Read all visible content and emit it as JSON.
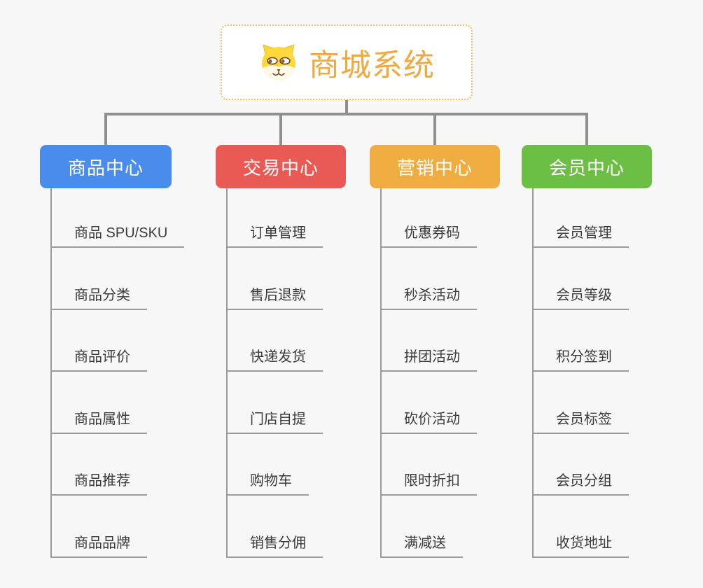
{
  "canvas": {
    "background": "#F7F7F8",
    "connector_color": "#8F8F8F",
    "child_line_color": "#9B9B9B"
  },
  "root": {
    "title": "商城系统",
    "icon": "dog-face-icon",
    "text_color": "#F0A93E",
    "border_color": "#F2BC6B"
  },
  "branches": [
    {
      "label": "商品中心",
      "color": "#4A8CEC",
      "children": [
        "商品 SPU/SKU",
        "商品分类",
        "商品评价",
        "商品属性",
        "商品推荐",
        "商品品牌"
      ]
    },
    {
      "label": "交易中心",
      "color": "#E95A54",
      "children": [
        "订单管理",
        "售后退款",
        "快递发货",
        "门店自提",
        "购物车",
        "销售分佣"
      ]
    },
    {
      "label": "营销中心",
      "color": "#EFAC40",
      "children": [
        "优惠券码",
        "秒杀活动",
        "拼团活动",
        "砍价活动",
        "限时折扣",
        "满减送"
      ]
    },
    {
      "label": "会员中心",
      "color": "#6CBE44",
      "children": [
        "会员管理",
        "会员等级",
        "积分签到",
        "会员标签",
        "会员分组",
        "收货地址"
      ]
    }
  ]
}
